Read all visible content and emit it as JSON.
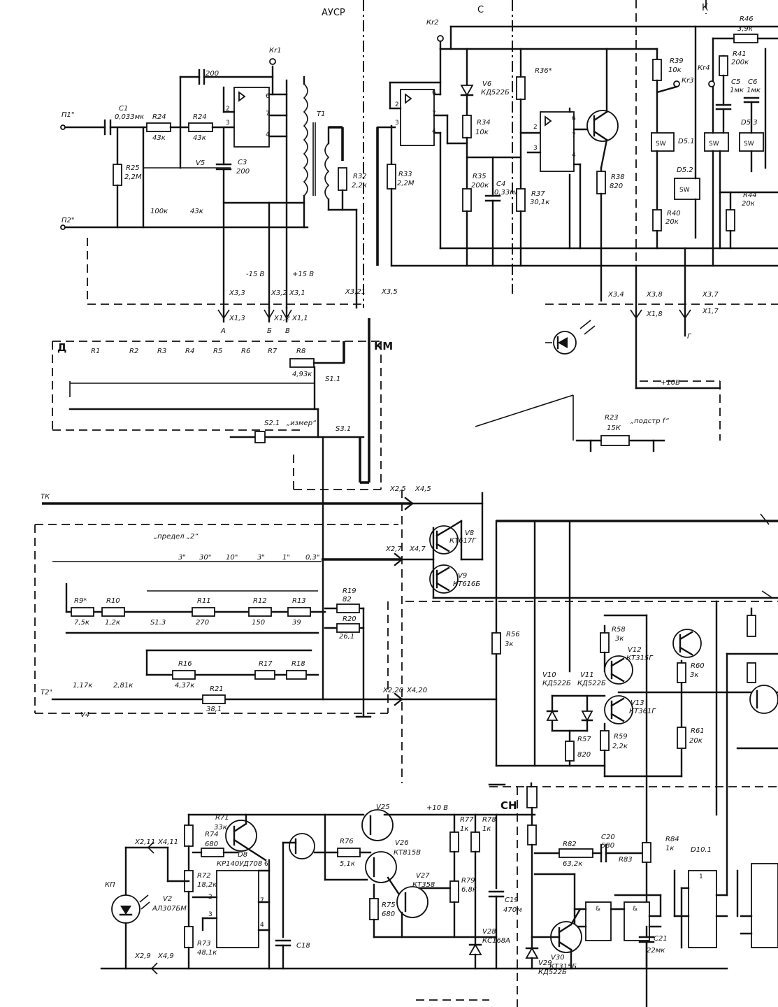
{
  "sections": {
    "ausr": "АУСР",
    "c": "С",
    "k": "К",
    "d": "Д",
    "km": "КМ",
    "sn": "СН"
  },
  "terminals": {
    "p1": "П1\"",
    "p2": "П2\"",
    "t2": "Т2\"",
    "tk": "ТК"
  },
  "connectors": {
    "x33": "X3,3",
    "x32": "X3,2",
    "x31": "X3,1",
    "x321": "X3,21",
    "x35": "X3,5",
    "x34": "X3,4",
    "x38": "X3,8",
    "x37": "X3,7",
    "x13": "X1,3",
    "x12": "X1,2",
    "x11": "X1,1",
    "x18": "X1,8",
    "x17": "X1,7",
    "x25": "X2,5",
    "x45": "X4,5",
    "x27": "X2,7",
    "x47": "X4,7",
    "x220": "X2,20",
    "x420": "X4,20",
    "x211": "X2,11",
    "x411": "X4,11",
    "x29": "X2,9",
    "x49": "X4,9"
  },
  "outputs": {
    "a": "А",
    "b": "Б",
    "v": "В",
    "g": "Г"
  },
  "voltages": {
    "m15": "-15 В",
    "p15": "+15 В",
    "p10a": "+10В",
    "p10b": "+10 В"
  },
  "contacts": {
    "kr1": "Кr1",
    "kr2": "Кr2",
    "kr3": "Кr3",
    "kr4": "Кr4"
  },
  "components": {
    "c1": {
      "label": "C1",
      "value": "0,033мк"
    },
    "r25": {
      "label": "R25",
      "value": "2,2М"
    },
    "r24a": {
      "label": "R24",
      "value": "43к"
    },
    "r24b": {
      "label": "R24",
      "value": "43к"
    },
    "c200top": {
      "label": "",
      "value": "200"
    },
    "c3": {
      "label": "C3",
      "value": "200"
    },
    "v5": {
      "label": "V5",
      "value": ""
    },
    "r100k": {
      "label": "",
      "value": "100к"
    },
    "r43k": {
      "label": "",
      "value": "43к"
    },
    "t1": {
      "label": "T1",
      "value": ""
    },
    "r32": {
      "label": "R32",
      "value": "2,2к"
    },
    "r33": {
      "label": "R33",
      "value": "2,2М"
    },
    "v6": {
      "label": "V6",
      "value": "КД522Б"
    },
    "r34": {
      "label": "R34",
      "value": "10к"
    },
    "r36": {
      "label": "R36*",
      "value": ""
    },
    "r35": {
      "label": "R35",
      "value": "200к"
    },
    "c4": {
      "label": "C4",
      "value": "0,33мк"
    },
    "r37": {
      "label": "R37",
      "value": "30,1к"
    },
    "r38": {
      "label": "R38",
      "value": "820"
    },
    "r39": {
      "label": "R39",
      "value": "10к"
    },
    "r40": {
      "label": "R40",
      "value": "20к"
    },
    "r41": {
      "label": "R41",
      "value": "200к"
    },
    "r46": {
      "label": "R46",
      "value": "3,9к"
    },
    "c5": {
      "label": "C5",
      "value": "1мк"
    },
    "c6": {
      "label": "C6",
      "value": "1мк"
    },
    "r44": {
      "label": "R44",
      "value": "20к"
    },
    "r23": {
      "label": "R23",
      "value": "15К",
      "note": "„подстр f“"
    },
    "r8": {
      "label": "R8",
      "value": "4,93к"
    },
    "s11": {
      "label": "S1.1",
      "value": ""
    },
    "s21": {
      "label": "S2.1",
      "value": "„измер“"
    },
    "s31": {
      "label": "S3.1",
      "value": ""
    },
    "s13": {
      "label": "S1.3",
      "value": ""
    },
    "r9": {
      "label": "R9*",
      "value": "7,5к"
    },
    "r10": {
      "label": "R10",
      "value": "1,2к"
    },
    "r11": {
      "label": "R11",
      "value": "270"
    },
    "r12": {
      "label": "R12",
      "value": "150"
    },
    "r13": {
      "label": "R13",
      "value": "39"
    },
    "r19": {
      "label": "R19",
      "value": "82"
    },
    "r20": {
      "label": "R20",
      "value": "26,1"
    },
    "r16": {
      "label": "R16",
      "value": "4,37к"
    },
    "r17": {
      "label": "R17",
      "value": ""
    },
    "r18": {
      "label": "R18",
      "value": ""
    },
    "r21": {
      "label": "R21",
      "value": "38,1"
    },
    "r117k": {
      "label": "",
      "value": "1,17к"
    },
    "r281k": {
      "label": "",
      "value": "2,81к"
    },
    "v4": {
      "label": "V4",
      "value": ""
    },
    "v8": {
      "label": "V8",
      "value": "КТ617Г"
    },
    "v9": {
      "label": "V9",
      "value": "КТ616Б"
    },
    "r56": {
      "label": "R56",
      "value": "3к"
    },
    "r58": {
      "label": "R58",
      "value": "3к"
    },
    "v12": {
      "label": "V12",
      "value": "КТ315Г"
    },
    "v10": {
      "label": "V10",
      "value": "КД522Б"
    },
    "v11": {
      "label": "V11",
      "value": "КД522Б"
    },
    "v13": {
      "label": "V13",
      "value": "КТ361Г"
    },
    "r57": {
      "label": "R57",
      "value": "820"
    },
    "r59": {
      "label": "R59",
      "value": "2,2к"
    },
    "r60": {
      "label": "R60",
      "value": "3к"
    },
    "r61": {
      "label": "R61",
      "value": "20к"
    },
    "r71": {
      "label": "R71",
      "value": "33к"
    },
    "r74": {
      "label": "R74",
      "value": "680"
    },
    "r72": {
      "label": "R72",
      "value": "18,2к"
    },
    "r73": {
      "label": "R73",
      "value": "48,1к"
    },
    "d8": {
      "label": "D8",
      "value": "КР140УД708"
    },
    "v2": {
      "label": "V2",
      "value": "АЛ307БМ"
    },
    "kp": {
      "label": "КП",
      "value": ""
    },
    "v25": {
      "label": "V25",
      "value": ""
    },
    "r76": {
      "label": "R76",
      "value": "5,1к"
    },
    "v26": {
      "label": "V26",
      "value": "КТ815В"
    },
    "v27": {
      "label": "V27",
      "value": "КТ358"
    },
    "r75": {
      "label": "R75",
      "value": "680"
    },
    "r77": {
      "label": "R77",
      "value": "1к"
    },
    "r78": {
      "label": "R78",
      "value": "1к"
    },
    "r79": {
      "label": "R79",
      "value": "6,8к"
    },
    "c18": {
      "label": "C18",
      "value": ""
    },
    "c19": {
      "label": "C19",
      "value": "470м"
    },
    "v28": {
      "label": "V28",
      "value": "КС168А"
    },
    "r82": {
      "label": "R82",
      "value": "63,2к"
    },
    "c20": {
      "label": "C20",
      "value": "580"
    },
    "r83": {
      "label": "R83",
      "value": ""
    },
    "r84": {
      "label": "R84",
      "value": "1к"
    },
    "d10": {
      "label": "D10.1",
      "value": ""
    },
    "v30": {
      "label": "V30",
      "value": "КТ315Б"
    },
    "v29": {
      "label": "V29",
      "value": "КД522Б"
    },
    "c21": {
      "label": "C21",
      "value": "22мк"
    }
  },
  "chips": {
    "sw1": "SW",
    "sw2": "SW",
    "sw3": "SW",
    "sw4": "SW",
    "d51": "D5.1",
    "d52": "D5.2",
    "d53": "D5.3"
  },
  "switch_positions": {
    "header": "„предел „2“",
    "labels": [
      "3\"",
      "30\"",
      "10\"",
      "3\"",
      "1\"",
      "0,3\""
    ]
  },
  "resistor_row": [
    "R1",
    "R2",
    "R3",
    "R4",
    "R5",
    "R6",
    "R7"
  ],
  "accent": "#111111"
}
